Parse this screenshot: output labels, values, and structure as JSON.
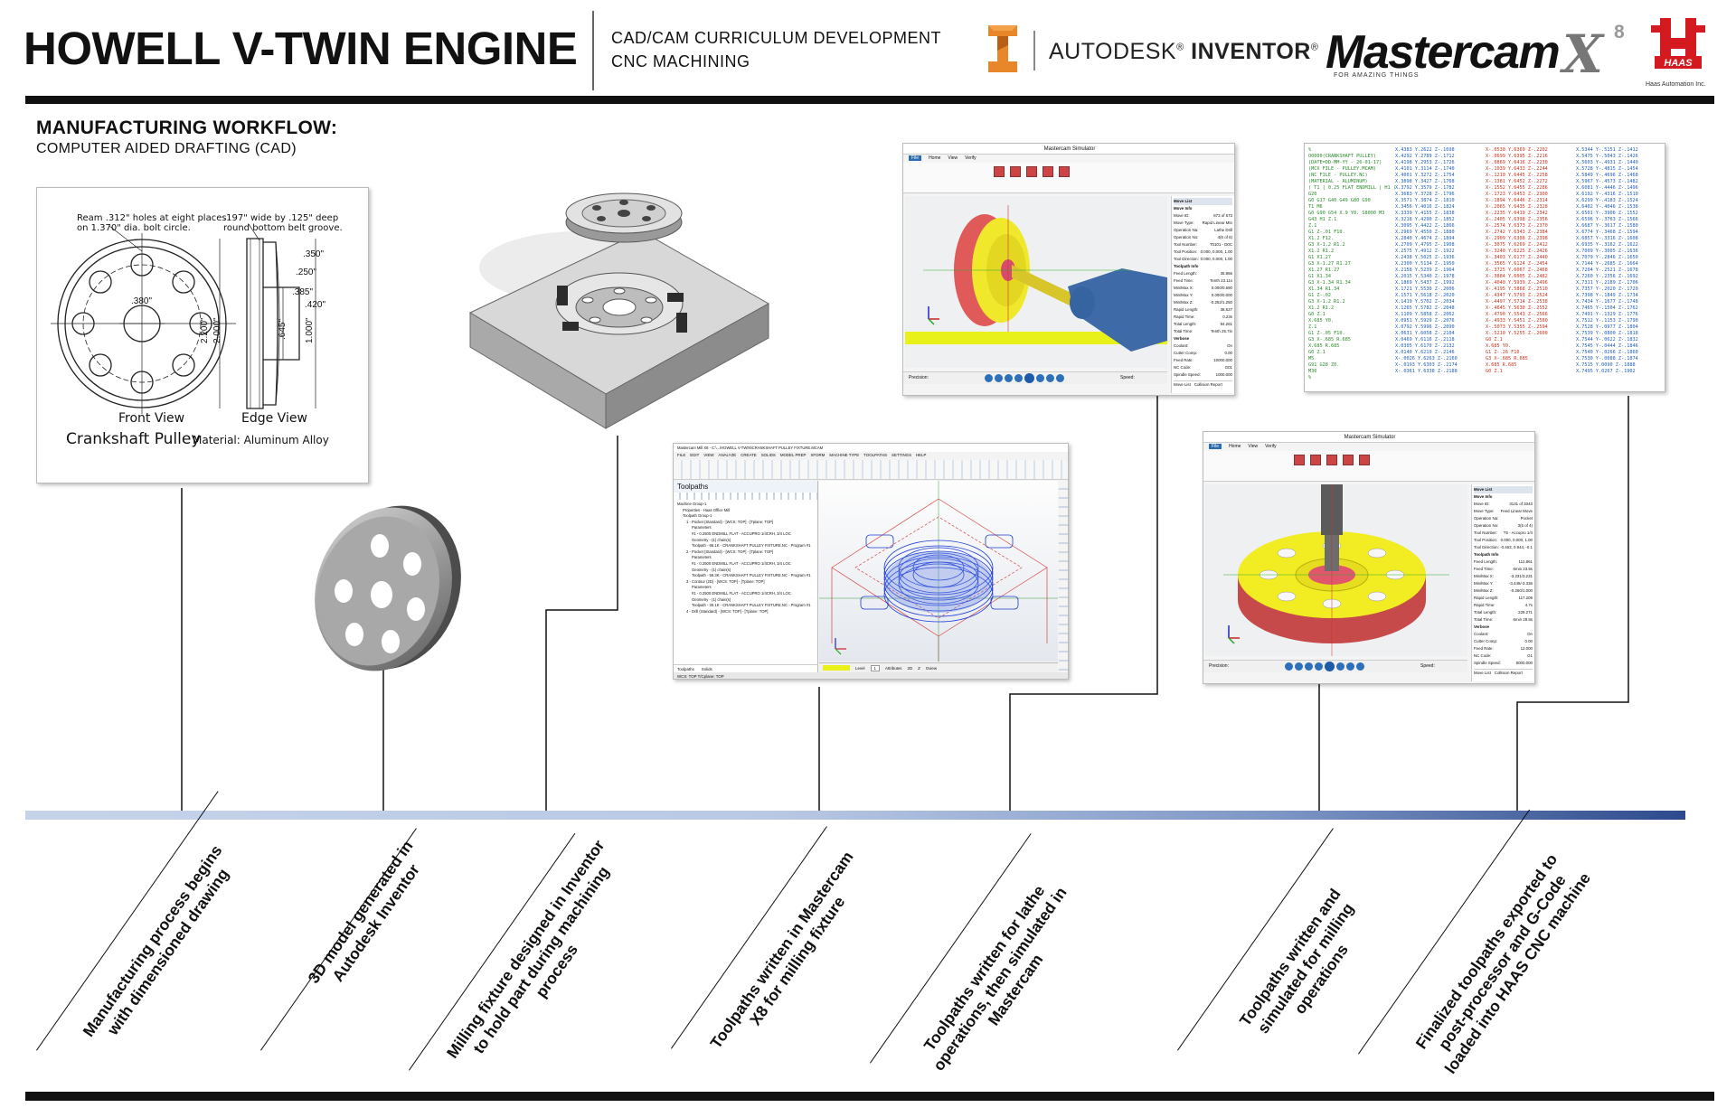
{
  "header": {
    "title": "HOWELL V-TWIN ENGINE",
    "subtitle_line1": "CAD/CAM CURRICULUM DEVELOPMENT",
    "subtitle_line2": "CNC MACHINING",
    "autodesk_prefix": "AUTODESK",
    "autodesk_suffix": "INVENTOR",
    "mastercam": "Mastercam",
    "mastercam_tag": "FOR AMAZING THINGS",
    "x8_letter": "X",
    "x8_number": "8",
    "haas_caption": "Haas Automation Inc."
  },
  "section": {
    "title": "MANUFACTURING WORKFLOW:",
    "subtitle": "COMPUTER AIDED DRAFTING (CAD)"
  },
  "drawing": {
    "note1_line1": "Ream .312\" holes at eight places",
    "note1_line2": "on 1.370\" dia. bolt circle.",
    "note2_line1": ".197\" wide by .125\" deep",
    "note2_line2": "round bottom belt groove.",
    "dim_350": ".350\"",
    "dim_250": ".250\"",
    "dim_380": ".380\"",
    "dim_385": ".385\"",
    "dim_420": ".420\"",
    "dim_2200": "2.200\"",
    "dim_2000": "2.000\"",
    "dim_645": ".645\"",
    "dim_1000": "1.000\"",
    "front_view": "Front View",
    "edge_view": "Edge View",
    "part_name": "Crankshaft Pulley",
    "material": "Material: Aluminum Alloy"
  },
  "captions": [
    {
      "line1": "Manufacturing process begins",
      "line2": "with dimensioned drawing",
      "line3": ""
    },
    {
      "line1": "3D model generated in",
      "line2": "Autodesk Inventor",
      "line3": ""
    },
    {
      "line1": "Milling fixture designed in Inventor",
      "line2": "to hold part during machining",
      "line3": "process"
    },
    {
      "line1": "Toolpaths written in Mastercam",
      "line2": "X8 for milling fixture",
      "line3": ""
    },
    {
      "line1": "Toolpaths written for lathe",
      "line2": "operations, then simulated in",
      "line3": "Mastercam"
    },
    {
      "line1": "Toolpaths written and",
      "line2": "simulated for milling",
      "line3": "operations"
    },
    {
      "line1": "Finalized toolpaths exported to",
      "line2": "post-processor and G-Code",
      "line3": "loaded into HAAS CNC machine"
    }
  ],
  "sim_window": {
    "title": "Mastercam Simulator",
    "tabs": [
      "File",
      "Home",
      "View",
      "Verify"
    ],
    "panel_title": "Move List",
    "move_info": "Move Info",
    "toolpath_info": "Toolpath Info",
    "vertical": "Verbose",
    "precision": "Precision:",
    "speed": "Speed:",
    "bottom_tabs": [
      "Move List",
      "Collision Report"
    ]
  },
  "mc_window": {
    "title": "Mastercam Mill X8 - C:\\...\\HOWELL V-TWIN\\CRANKSHAFT PULLEY FIXTURE.MCAM",
    "menu": [
      "FILE",
      "EDIT",
      "VIEW",
      "ANALYZE",
      "CREATE",
      "SOLIDS",
      "MODEL PREP",
      "XFORM",
      "MACHINE TYPE",
      "TOOLPATHS",
      "SETTINGS",
      "HELP"
    ],
    "toolpaths_title": "Toolpaths",
    "tree": [
      "Machine Group-1",
      "Properties - Haas Office Mill",
      "Toolpath Group-1",
      "1 - Pocket (Standard) - [WCS: TOP] - [Tplane: TOP]",
      "Parameters",
      "#1 - 0.2500 ENDMILL FLAT - ACCUPRO 1/4CRH, 3/4 LOC",
      "Geometry - (1) chain(s)",
      "Toolpath - 86.1K - CRANKSHAFT PULLEY FIXTURE.NC - Program #1",
      "2 - Pocket (Standard) - [WCS: TOP] - [Tplane: TOP]",
      "Parameters",
      "#1 - 0.2500 ENDMILL FLAT - ACCUPRO 1/4CRH, 3/4 LOC",
      "Geometry - (1) chain(s)",
      "Toolpath - 58.3K - CRANKSHAFT PULLEY FIXTURE.NC - Program #1",
      "3 - Contour (2D) - [WCS: TOP] - [Tplane: TOP]",
      "Parameters",
      "#1 - 0.2500 ENDMILL FLAT - ACCUPRO 1/4CRH, 3/4 LOC",
      "Geometry - (1) chain(s)",
      "Toolpath - 30.1K - CRANKSHAFT PULLEY FIXTURE.NC - Program #1",
      "4 - Drill (Standard) - [WCS: TOP] - [Tplane: TOP]"
    ],
    "status": "WCS: TOP  T/Cplane: TOP",
    "bottom_tabs": [
      "Toolpaths",
      "Solids"
    ],
    "level_label": "Level",
    "level_value": "1",
    "attributes": "Attributes",
    "attrib_2d": "2D",
    "attrib_3d": "Z",
    "gview": "Gview"
  },
  "lathe_info": [
    [
      "Move ID:",
      "673 of 673"
    ],
    [
      "Move Type:",
      "Rapid Linear Mtn"
    ],
    [
      "Operation Na:",
      "Lathe Drill"
    ],
    [
      "Operation No:",
      "4(6 of 6)"
    ],
    [
      "Tool Number:",
      "T0101 - D0C"
    ],
    [
      "Tool Position:",
      "0.000, 0.000, 1.00"
    ],
    [
      "Tool Direction:",
      "0.000, 0.000, 1.00"
    ]
  ],
  "lathe_tp": [
    [
      "Feed Length:",
      "35.866"
    ],
    [
      "Feed Time:",
      "Tenth 23.11s"
    ],
    [
      "Min/Max X:",
      "0.000/0.690"
    ],
    [
      "Min/Max Y:",
      "0.000/0.000"
    ],
    [
      "Min/Max Z:",
      "-0.252/1.250"
    ],
    [
      "Rapid Length:",
      "38.627"
    ],
    [
      "Rapid Time:",
      "0.23s"
    ],
    [
      "Total Length:",
      "84.261"
    ],
    [
      "Total Time:",
      "Tenth 25.7in"
    ]
  ],
  "lathe_verbose": [
    [
      "Coolant:",
      "On"
    ],
    [
      "Cutter Comp:",
      "0.00"
    ],
    [
      "Feed Rate:",
      "10000.000"
    ],
    [
      "NC Code:",
      "G01"
    ],
    [
      "Spindle Speed:",
      "1000.000"
    ]
  ],
  "mill_info": [
    [
      "Move ID:",
      "3131 of 3343"
    ],
    [
      "Move Type:",
      "Feed Linear Move"
    ],
    [
      "Operation Na:",
      "Pocket"
    ],
    [
      "Operation No:",
      "3(5 of 4)"
    ],
    [
      "Tool Number:",
      "T5 - Accupro 1/4"
    ],
    [
      "Tool Position:",
      "0.000, 0.000, 1.00"
    ],
    [
      "Tool Direction:",
      "-0.463, 0.944, -0.1"
    ]
  ],
  "mill_tp": [
    [
      "Feed Length:",
      "112.861"
    ],
    [
      "Feed Time:",
      "6min 23.9s"
    ],
    [
      "Min/Max X:",
      "-3.231/3.231"
    ],
    [
      "Min/Max Y:",
      "-3.445/-3.336"
    ],
    [
      "Min/Max Z:",
      "-0.260/1.000"
    ],
    [
      "Rapid Length:",
      "117.209"
    ],
    [
      "Rapid Time:",
      "4.7s"
    ],
    [
      "Total Length:",
      "229.271"
    ],
    [
      "Total Time:",
      "6min 28.8s"
    ]
  ],
  "mill_verbose": [
    [
      "Coolant:",
      "On"
    ],
    [
      "Cutter Comp:",
      "0.00"
    ],
    [
      "Feed Rate:",
      "12.000"
    ],
    [
      "NC Code:",
      "G1"
    ],
    [
      "Spindle Speed:",
      "8000.000"
    ]
  ],
  "gcode": {
    "col1": "%\nO0000(CRANKSHAFT PULLEY)\n(DATE=DD-MM-YY - 26-01-17)\n(MCX FILE - PULLEY.MCAM)\n(NC FILE - PULLEY.NC)\n(MATERIAL - ALUMINUM)\n( T1 | 0.25 FLAT ENDMILL | H1 )\nG20\nG0 G17 G40 G49 G80 G90\nT1 M6\nG0 G90 G54 X.9 Y0. S8000 M3\nG43 H1 Z.1\nZ.1\nG1 Z-.01 F10.\nX1.2 F12.\nG3 X-1.2 R1.2\nX1.2 R1.2\nG1 X1.27\nG3 X-1.27 R1.27\nX1.27 R1.27\nG1 X1.34\nG3 X-1.34 R1.34\nX1.34 R1.34\nG1 Z-.02\nG3 X-1.2 R1.2\nX1.2 R1.2\nG0 Z.1\nX.685 Y0.\nZ.1\nG1 Z-.05 F10.\nG3 X-.685 R.685\nX.685 R.685\nG0 Z.1\nM5\nG91 G28 Z0.\nM30\n%",
    "col2": "X.4383 Y.2622 Z-.1698\nX.4292 Y.2789 Z-.1712\nX.4198 Y.2953 Z-.1726\nX.4101 Y.3114 Z-.1740\nX.4001 Y.3272 Z-.1754\nX.3898 Y.3427 Z-.1768\nX.3792 Y.3579 Z-.1782\nX.3683 Y.3728 Z-.1796\nX.3571 Y.3874 Z-.1810\nX.3456 Y.4016 Z-.1824\nX.3339 Y.4155 Z-.1838\nX.3218 Y.4290 Z-.1852\nX.3095 Y.4422 Z-.1866\nX.2969 Y.4550 Z-.1880\nX.2840 Y.4674 Z-.1894\nX.2709 Y.4795 Z-.1908\nX.2575 Y.4912 Z-.1922\nX.2438 Y.5025 Z-.1936\nX.2300 Y.5134 Z-.1950\nX.2158 Y.5239 Z-.1964\nX.2015 Y.5340 Z-.1978\nX.1869 Y.5437 Z-.1992\nX.1721 Y.5530 Z-.2006\nX.1571 Y.5618 Z-.2020\nX.1419 Y.5702 Z-.2034\nX.1265 Y.5782 Z-.2048\nX.1109 Y.5858 Z-.2062\nX.0951 Y.5929 Z-.2076\nX.0792 Y.5996 Z-.2090\nX.0631 Y.6058 Z-.2104\nX.0469 Y.6116 Z-.2118\nX.0305 Y.6170 Z-.2132\nX.0140 Y.6219 Z-.2146\nX-.0026 Y.6263 Z-.2160\nX-.0193 Y.6303 Z-.2174\nX-.0361 Y.6338 Z-.2188",
    "col3": "X-.0530 Y.6369 Z-.2202\nX-.0699 Y.6395 Z-.2216\nX-.0869 Y.6416 Z-.2230\nX-.1039 Y.6433 Z-.2244\nX-.1210 Y.6445 Z-.2258\nX-.1381 Y.6452 Z-.2272\nX-.1552 Y.6455 Z-.2286\nX-.1723 Y.6453 Z-.2300\nX-.1894 Y.6446 Z-.2314\nX-.2065 Y.6435 Z-.2328\nX-.2235 Y.6419 Z-.2342\nX-.2405 Y.6398 Z-.2356\nX-.2574 Y.6373 Z-.2370\nX-.2742 Y.6343 Z-.2384\nX-.2909 Y.6308 Z-.2398\nX-.3075 Y.6269 Z-.2412\nX-.3240 Y.6225 Z-.2426\nX-.3403 Y.6177 Z-.2440\nX-.3565 Y.6124 Z-.2454\nX-.3725 Y.6067 Z-.2468\nX-.3884 Y.6005 Z-.2482\nX-.4040 Y.5939 Z-.2496\nX-.4195 Y.5868 Z-.2510\nX-.4347 Y.5793 Z-.2524\nX-.4497 Y.5714 Z-.2538\nX-.4645 Y.5630 Z-.2552\nX-.4790 Y.5543 Z-.2566\nX-.4933 Y.5451 Z-.2580\nX-.5073 Y.5355 Z-.2594\nX-.5210 Y.5255 Z-.2600\nG0 Z.1\nX.685 Y0.\nG1 Z-.26 F10.\nG3 X-.685 R.685\nX.685 R.685\nG0 Z.1",
    "col4": "X.5344 Y-.5151 Z-.1412\nX.5475 Y-.5043 Z-.1426\nX.5603 Y-.4931 Z-.1440\nX.5728 Y-.4815 Z-.1454\nX.5849 Y-.4696 Z-.1468\nX.5967 Y-.4573 Z-.1482\nX.6081 Y-.4446 Z-.1496\nX.6192 Y-.4316 Z-.1510\nX.6299 Y-.4183 Z-.1524\nX.6402 Y-.4046 Z-.1538\nX.6501 Y-.3906 Z-.1552\nX.6596 Y-.3763 Z-.1566\nX.6687 Y-.3617 Z-.1580\nX.6774 Y-.3468 Z-.1594\nX.6857 Y-.3316 Z-.1608\nX.6935 Y-.3162 Z-.1622\nX.7009 Y-.3005 Z-.1636\nX.7079 Y-.2846 Z-.1650\nX.7144 Y-.2685 Z-.1664\nX.7204 Y-.2521 Z-.1678\nX.7260 Y-.2356 Z-.1692\nX.7311 Y-.2189 Z-.1706\nX.7357 Y-.2020 Z-.1720\nX.7398 Y-.1849 Z-.1734\nX.7434 Y-.1677 Z-.1748\nX.7465 Y-.1504 Z-.1762\nX.7491 Y-.1329 Z-.1776\nX.7512 Y-.1153 Z-.1790\nX.7528 Y-.0977 Z-.1804\nX.7539 Y-.0800 Z-.1818\nX.7544 Y-.0622 Z-.1832\nX.7545 Y-.0444 Z-.1846\nX.7540 Y-.0266 Z-.1860\nX.7530 Y-.0088 Z-.1874\nX.7515 Y.0090 Z-.1888\nX.7495 Y.0267 Z-.1902"
  }
}
